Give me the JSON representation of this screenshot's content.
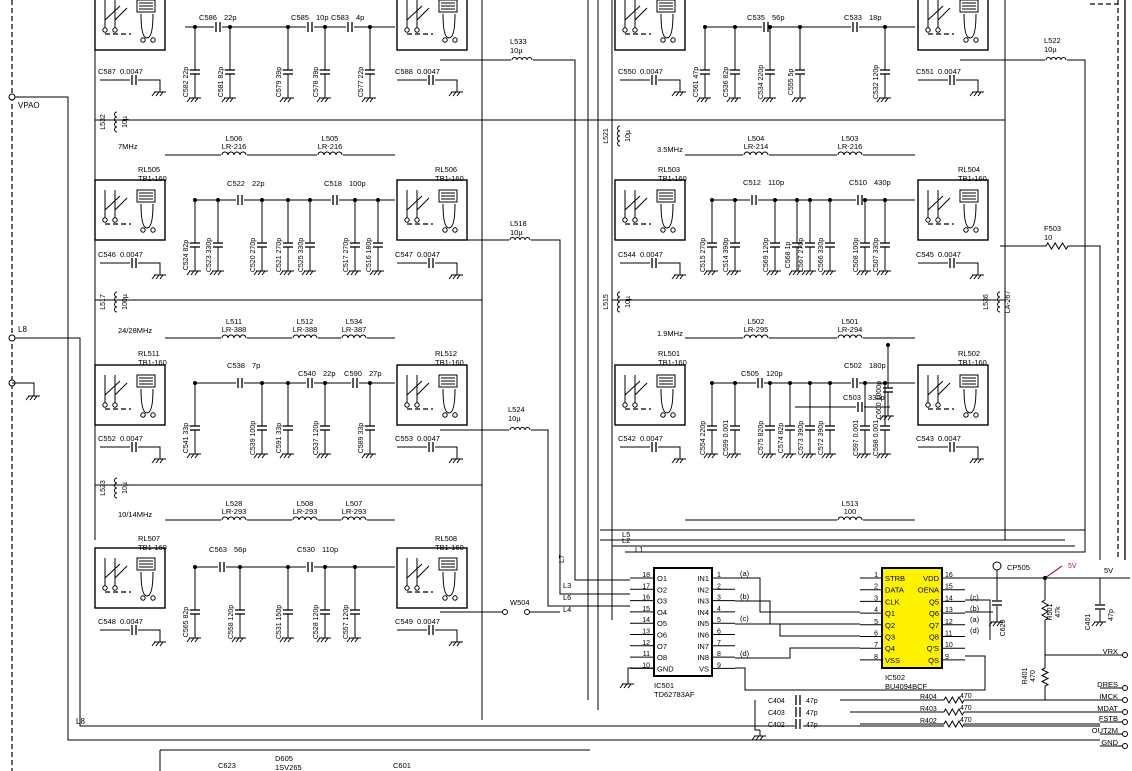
{
  "labels": {
    "vpao": "VPAO",
    "l8_left": "L8",
    "l8_bottom": "L8",
    "band_7": "7MHz",
    "band_24": "24/28MHz",
    "band_10": "10/14MHz",
    "band_35": "3.5MHz",
    "band_19": "1.9MHz",
    "w504": "W504",
    "net_l1": "L1",
    "net_l2": "L2",
    "net_l3": "L3",
    "net_l4": "L4",
    "net_l5": "L5",
    "net_l6": "L6",
    "net_l7": "L7",
    "cp505": "CP505",
    "v5_right": "5V",
    "v5_red": "5V"
  },
  "relays": [
    {
      "ref": "RL505",
      "type": "TB1-160"
    },
    {
      "ref": "RL511",
      "type": "TB1-160"
    },
    {
      "ref": "RL507",
      "type": "TB1-160"
    },
    {
      "ref": "RL506",
      "type": "TB1-160"
    },
    {
      "ref": "RL512",
      "type": "TB1-160"
    },
    {
      "ref": "RL508",
      "type": "TB1-160"
    },
    {
      "ref": "RL503",
      "type": "TB1-160"
    },
    {
      "ref": "RL501",
      "type": "TB1-160"
    },
    {
      "ref": "RL504",
      "type": "TB1-160"
    },
    {
      "ref": "RL502",
      "type": "TB1-160"
    }
  ],
  "inductors": [
    {
      "ref": "L506",
      "val": "LR-216"
    },
    {
      "ref": "L505",
      "val": "LR-216"
    },
    {
      "ref": "L511",
      "val": "LR-388"
    },
    {
      "ref": "L512",
      "val": "LR-388"
    },
    {
      "ref": "L534",
      "val": "LR-387"
    },
    {
      "ref": "L528",
      "val": "LR-293"
    },
    {
      "ref": "L508",
      "val": "LR-293"
    },
    {
      "ref": "L507",
      "val": "LR-293"
    },
    {
      "ref": "L504",
      "val": "LR-214"
    },
    {
      "ref": "L503",
      "val": "LR-216"
    },
    {
      "ref": "L502",
      "val": "LR-295"
    },
    {
      "ref": "L501",
      "val": "LR-294"
    },
    {
      "ref": "L513",
      "val": "100"
    },
    {
      "ref": "L533",
      "val": "10µ"
    },
    {
      "ref": "L518",
      "val": "10µ"
    },
    {
      "ref": "L524",
      "val": "10µ"
    },
    {
      "ref": "L522",
      "val": "10µ"
    },
    {
      "ref": "L532",
      "val": "10µ"
    },
    {
      "ref": "L517",
      "val": "100µ"
    },
    {
      "ref": "L523",
      "val": "10µ"
    },
    {
      "ref": "L521",
      "val": "10µ"
    },
    {
      "ref": "L515",
      "val": "10µ"
    },
    {
      "ref": "L536",
      "val": "LA-267"
    }
  ],
  "h_caps": [
    {
      "ref": "C586",
      "val": "22p"
    },
    {
      "ref": "C585",
      "val": "10p"
    },
    {
      "ref": "C583",
      "val": "4p"
    },
    {
      "ref": "C522",
      "val": "22p"
    },
    {
      "ref": "C518",
      "val": "100p"
    },
    {
      "ref": "C538",
      "val": "7p"
    },
    {
      "ref": "C540",
      "val": "22p"
    },
    {
      "ref": "C590",
      "val": "27p"
    },
    {
      "ref": "C563",
      "val": "56p"
    },
    {
      "ref": "C530",
      "val": "110p"
    },
    {
      "ref": "C535",
      "val": "56p"
    },
    {
      "ref": "C533",
      "val": "18p"
    },
    {
      "ref": "C512",
      "val": "110p"
    },
    {
      "ref": "C510",
      "val": "430p"
    },
    {
      "ref": "C505",
      "val": "120p"
    },
    {
      "ref": "C502",
      "val": "180p"
    },
    {
      "ref": "C503",
      "val": "330p"
    }
  ],
  "bypass_caps": [
    {
      "ref": "C587",
      "val": "0.0047"
    },
    {
      "ref": "C546",
      "val": "0.0047"
    },
    {
      "ref": "C552",
      "val": "0.0047"
    },
    {
      "ref": "C548",
      "val": "0.0047"
    },
    {
      "ref": "C588",
      "val": "0.0047"
    },
    {
      "ref": "C547",
      "val": "0.0047"
    },
    {
      "ref": "C553",
      "val": "0.0047"
    },
    {
      "ref": "C549",
      "val": "0.0047"
    },
    {
      "ref": "C550",
      "val": "0.0047"
    },
    {
      "ref": "C544",
      "val": "0.0047"
    },
    {
      "ref": "C542",
      "val": "0.0047"
    },
    {
      "ref": "C551",
      "val": "0.0047"
    },
    {
      "ref": "C545",
      "val": "0.0047"
    },
    {
      "ref": "C543",
      "val": "0.0047"
    }
  ],
  "v_caps": [
    "C582 22p",
    "C581 82p",
    "C579 39p",
    "C578 39p",
    "C577 22p",
    "C524 82p",
    "C523 330p",
    "C520 270p",
    "C521 270p",
    "C525 330p",
    "C517 270p",
    "C516 180p",
    "C541 33p",
    "C539 100p",
    "C591 33p",
    "C537 120p",
    "C589 33p",
    "C565 82p",
    "C558 120p",
    "C531 150p",
    "C528 120p",
    "C557 120p",
    "C561 47p",
    "C536 82p",
    "C534 220p",
    "C555 5p",
    "C532 120p",
    "C515 270p",
    "C514 390p",
    "C569 120p",
    "C568 1p",
    "C567 270p",
    "C566 330p",
    "C508 100p",
    "C507 330p",
    "C554 220p",
    "C599 0.001",
    "C575 820p",
    "C574 82p",
    "C573 390p",
    "C572 390p",
    "C597 0.001",
    "C598 0.001",
    "C600 1000p"
  ],
  "resistors": [
    {
      "ref": "F503",
      "val": "10"
    },
    {
      "ref": "R501",
      "val": "47k"
    },
    {
      "ref": "R401",
      "val": "470"
    },
    {
      "ref": "R404",
      "val": "470"
    },
    {
      "ref": "R403",
      "val": "470"
    },
    {
      "ref": "R402",
      "val": "470"
    }
  ],
  "bottom_caps": [
    {
      "ref": "C404",
      "val": "47p"
    },
    {
      "ref": "C403",
      "val": "47p"
    },
    {
      "ref": "C402",
      "val": "47p"
    },
    {
      "ref": "C620",
      "val": "0.1"
    },
    {
      "ref": "C401",
      "val": "47p"
    }
  ],
  "ic501": {
    "ref": "IC501",
    "part": "TD62783AF",
    "left_pins": [
      {
        "num": "18",
        "name": "O1"
      },
      {
        "num": "17",
        "name": "O2"
      },
      {
        "num": "16",
        "name": "O3"
      },
      {
        "num": "15",
        "name": "O4"
      },
      {
        "num": "14",
        "name": "O5"
      },
      {
        "num": "13",
        "name": "O6"
      },
      {
        "num": "12",
        "name": "O7"
      },
      {
        "num": "11",
        "name": "O8"
      },
      {
        "num": "10",
        "name": "GND"
      }
    ],
    "right_pins": [
      {
        "num": "1",
        "name": "IN1"
      },
      {
        "num": "2",
        "name": "IN2"
      },
      {
        "num": "3",
        "name": "IN3"
      },
      {
        "num": "4",
        "name": "IN4"
      },
      {
        "num": "5",
        "name": "IN5"
      },
      {
        "num": "6",
        "name": "IN6"
      },
      {
        "num": "7",
        "name": "IN7"
      },
      {
        "num": "8",
        "name": "IN8"
      },
      {
        "num": "9",
        "name": "VS"
      }
    ],
    "tags": [
      "(a)",
      "(b)",
      "(c)",
      "(d)"
    ]
  },
  "ic502": {
    "ref": "IC502",
    "part": "BU4094BCF",
    "left_pins": [
      {
        "num": "1",
        "name": "STRB"
      },
      {
        "num": "2",
        "name": "DATA"
      },
      {
        "num": "3",
        "name": "CLK"
      },
      {
        "num": "4",
        "name": "Q1"
      },
      {
        "num": "5",
        "name": "Q2"
      },
      {
        "num": "6",
        "name": "Q3"
      },
      {
        "num": "7",
        "name": "Q4"
      },
      {
        "num": "8",
        "name": "VSS"
      }
    ],
    "right_pins": [
      {
        "num": "16",
        "name": "VDD"
      },
      {
        "num": "15",
        "name": "OENA"
      },
      {
        "num": "14",
        "name": "Q5"
      },
      {
        "num": "13",
        "name": "Q6"
      },
      {
        "num": "12",
        "name": "Q7"
      },
      {
        "num": "11",
        "name": "Q8"
      },
      {
        "num": "10",
        "name": "Q'S"
      },
      {
        "num": "9",
        "name": "QS"
      }
    ],
    "tags": [
      "(c)",
      "(b)",
      "(a)",
      "(d)"
    ],
    "highlight_color": "#fff200"
  },
  "ports": [
    "VRX",
    "DRES",
    "IMCK",
    "MDAT",
    "FSTB",
    "OUT2M",
    "GND"
  ],
  "bottom_parts": [
    "C623",
    "D605",
    "1SV265",
    "C601"
  ]
}
